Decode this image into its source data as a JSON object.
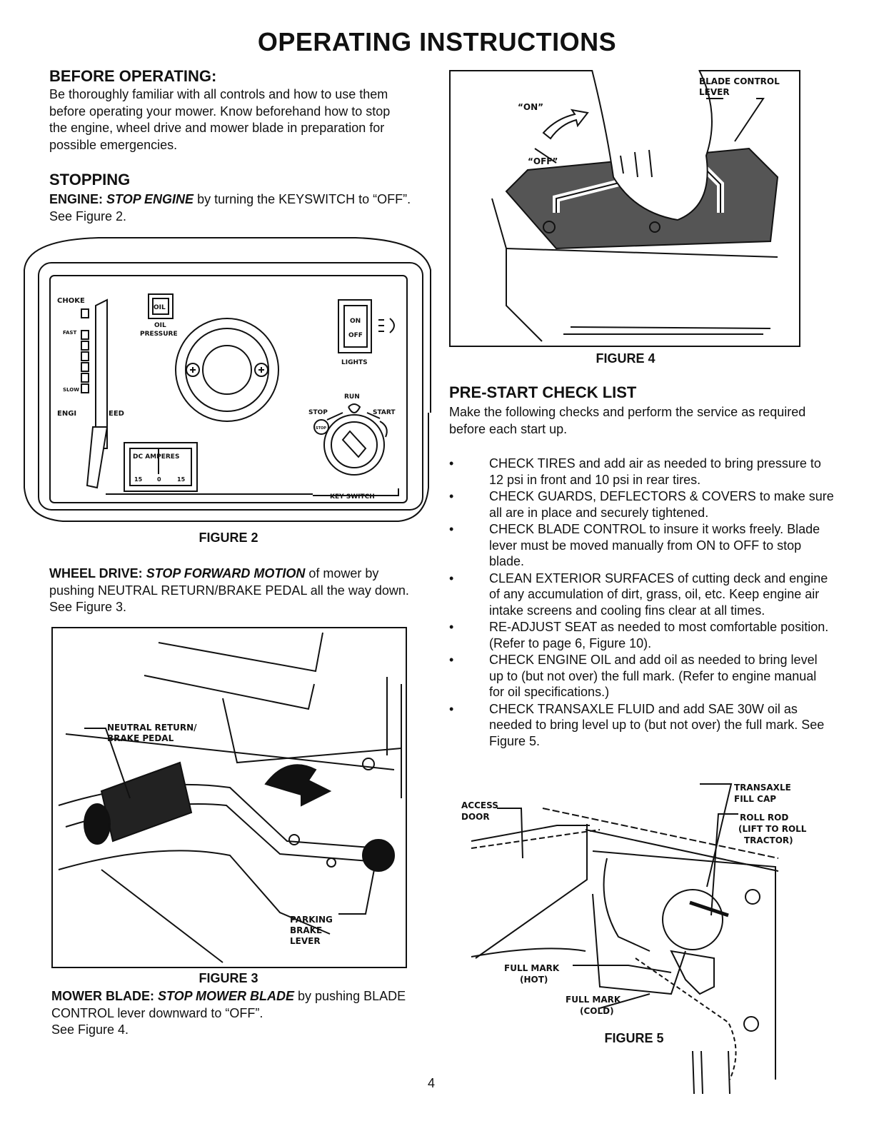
{
  "page": {
    "title": "OPERATING INSTRUCTIONS",
    "page_number": "4"
  },
  "before_operating": {
    "heading": "BEFORE OPERATING:",
    "text": "Be thoroughly familiar with all controls and how to use them before operating your mower. Know beforehand how to stop the engine, wheel drive and mower blade in preparation for possible emergencies."
  },
  "stopping": {
    "heading": "STOPPING",
    "engine": {
      "label": "ENGINE:",
      "action": "STOP ENGINE",
      "text": " by turning the KEYSWITCH to “OFF”. See Figure 2."
    },
    "wheel_drive": {
      "label": "WHEEL DRIVE:",
      "action": "STOP FORWARD MOTION",
      "text": " of mower by pushing NEUTRAL RETURN/BRAKE PEDAL all the way down. See Figure 3."
    },
    "mower_blade": {
      "label": "MOWER BLADE:",
      "action": "STOP MOWER BLADE",
      "text": " by pushing BLADE CONTROL lever downward to “OFF”.",
      "see": "See Figure 4."
    }
  },
  "figure2": {
    "caption": "FIGURE 2",
    "labels": {
      "choke": "CHOKE",
      "fast": "FAST",
      "slow": "SLOW",
      "engine_speed_a": "ENGI",
      "engine_speed_b": "EED",
      "oil": "OIL",
      "oil_pressure_a": "OIL",
      "oil_pressure_b": "PRESSURE",
      "on": "ON",
      "off": "OFF",
      "lights": "LIGHTS",
      "run": "RUN",
      "stop": "STOP",
      "start": "START",
      "stop_icon": "STOP",
      "dc_amperes": "DC AMPERES",
      "scale_left": "15",
      "scale_mid": "0",
      "scale_right": "15",
      "keyswitch": "KEY SWITCH"
    }
  },
  "figure3": {
    "caption": "FIGURE 3",
    "callout_pedal_1": "NEUTRAL RETURN/",
    "callout_pedal_2": "BRAKE PEDAL",
    "callout_parking_1": "PARKING",
    "callout_parking_2": "BRAKE",
    "callout_parking_3": "LEVER"
  },
  "figure4": {
    "caption": "FIGURE 4",
    "on": "“ON”",
    "off": "“OFF”",
    "callout_1": "BLADE CONTROL",
    "callout_2": "LEVER"
  },
  "prestart": {
    "heading": "PRE-START CHECK LIST",
    "intro": "Make the following checks and perform the service as required before each start up.",
    "bullet": "•",
    "items": [
      "CHECK TIRES and add air as needed to bring pressure to 12 psi in front and 10 psi in rear tires.",
      "CHECK GUARDS, DEFLECTORS & COVERS to make sure all are in place and securely tightened.",
      "CHECK BLADE CONTROL to insure it works freely. Blade lever must be moved manually from ON to OFF to stop blade.",
      "CLEAN EXTERIOR SURFACES of cutting deck and engine of any accumulation of dirt, grass, oil, etc. Keep engine air intake screens and cooling fins clear at all times.",
      "RE-ADJUST SEAT as needed to most comfortable position. (Refer to page 6, Figure 10).",
      "CHECK ENGINE OIL and add oil as needed to bring level up to (but not over) the full mark. (Refer to engine manual for oil specifications.)",
      "CHECK TRANSAXLE FLUID and add SAE 30W oil as needed to bring level up to (but not over) the full mark. See Figure 5."
    ]
  },
  "figure5": {
    "caption": "FIGURE 5",
    "access_1": "ACCESS",
    "access_2": "DOOR",
    "fill_1": "TRANSAXLE",
    "fill_2": "FILL CAP",
    "roll_1": "ROLL ROD",
    "roll_2": "(LIFT TO ROLL",
    "roll_3": "TRACTOR)",
    "hot_1": "FULL MARK",
    "hot_2": "(HOT)",
    "cold_1": "FULL MARK",
    "cold_2": "(COLD)"
  }
}
